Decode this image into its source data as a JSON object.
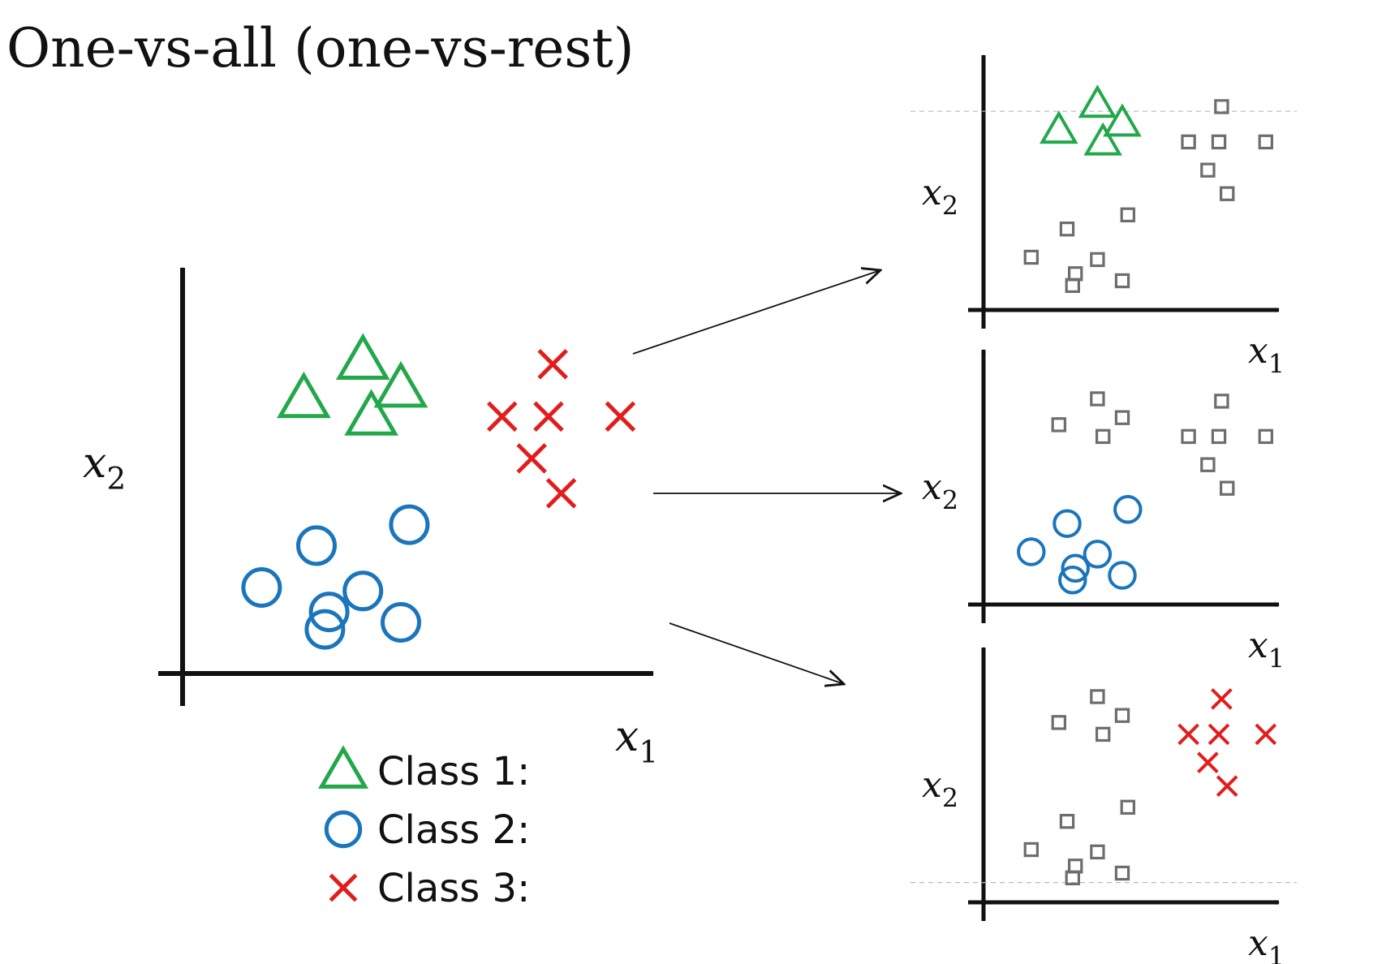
{
  "title": "One-vs-all (one-vs-rest)",
  "colors": {
    "class1": "#22a84a",
    "class2": "#1b75bc",
    "class3": "#e11d1d",
    "rest": "#6d6d6d",
    "axis": "#111111"
  },
  "axes": {
    "x_label": "x",
    "x_sub": "1",
    "y_label": "x",
    "y_sub": "2"
  },
  "legend": [
    {
      "marker": "triangle",
      "label": "Class 1:"
    },
    {
      "marker": "circle",
      "label": "Class 2:"
    },
    {
      "marker": "cross",
      "label": "Class 3:"
    }
  ],
  "clusters": {
    "class1": [
      [
        0.22,
        0.74
      ],
      [
        0.36,
        0.85
      ],
      [
        0.45,
        0.77
      ],
      [
        0.38,
        0.69
      ]
    ],
    "class3": [
      [
        0.81,
        0.84
      ],
      [
        0.69,
        0.69
      ],
      [
        0.8,
        0.69
      ],
      [
        0.97,
        0.69
      ],
      [
        0.76,
        0.57
      ],
      [
        0.83,
        0.47
      ]
    ],
    "class2": [
      [
        0.25,
        0.32
      ],
      [
        0.12,
        0.2
      ],
      [
        0.28,
        0.13
      ],
      [
        0.36,
        0.19
      ],
      [
        0.27,
        0.08
      ],
      [
        0.47,
        0.38
      ],
      [
        0.45,
        0.1
      ]
    ]
  },
  "subplots": [
    {
      "name": "class-1-vs-rest",
      "positive": "class1",
      "dashed_y": 0.82
    },
    {
      "name": "class-2-vs-rest",
      "positive": "class2"
    },
    {
      "name": "class-3-vs-rest",
      "positive": "class3",
      "dashed_y": 0.06
    }
  ]
}
